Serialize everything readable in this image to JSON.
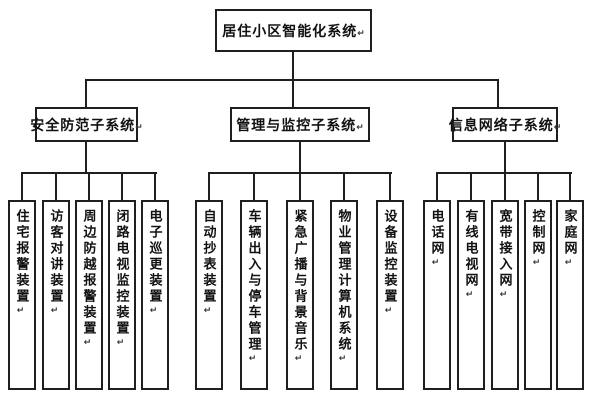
{
  "diagram": {
    "type": "org-chart",
    "return_mark": "↵",
    "root": {
      "label": "居住小区智能化系统"
    },
    "branches": [
      {
        "label": "安全防范子系统",
        "items": [
          "住宅报警装置",
          "访客对讲装置",
          "周边防越报警装置",
          "闭路电视监控装置",
          "电子巡更装置"
        ]
      },
      {
        "label": "管理与监控子系统",
        "items": [
          "自动抄表装置",
          "车辆出入与停车管理",
          "紧急广播与背景音乐",
          "物业管理计算机系统",
          "设备监控装置"
        ]
      },
      {
        "label": "信息网络子系统",
        "items": [
          "电话网",
          "有线电视网",
          "宽带接入网",
          "控制网",
          "家庭网"
        ]
      }
    ],
    "colors": {
      "background": "#ffffff",
      "box_fill": "#ffffff",
      "box_border": "#1f1f1f",
      "line": "#1f1f1f",
      "text": "#111111"
    }
  }
}
